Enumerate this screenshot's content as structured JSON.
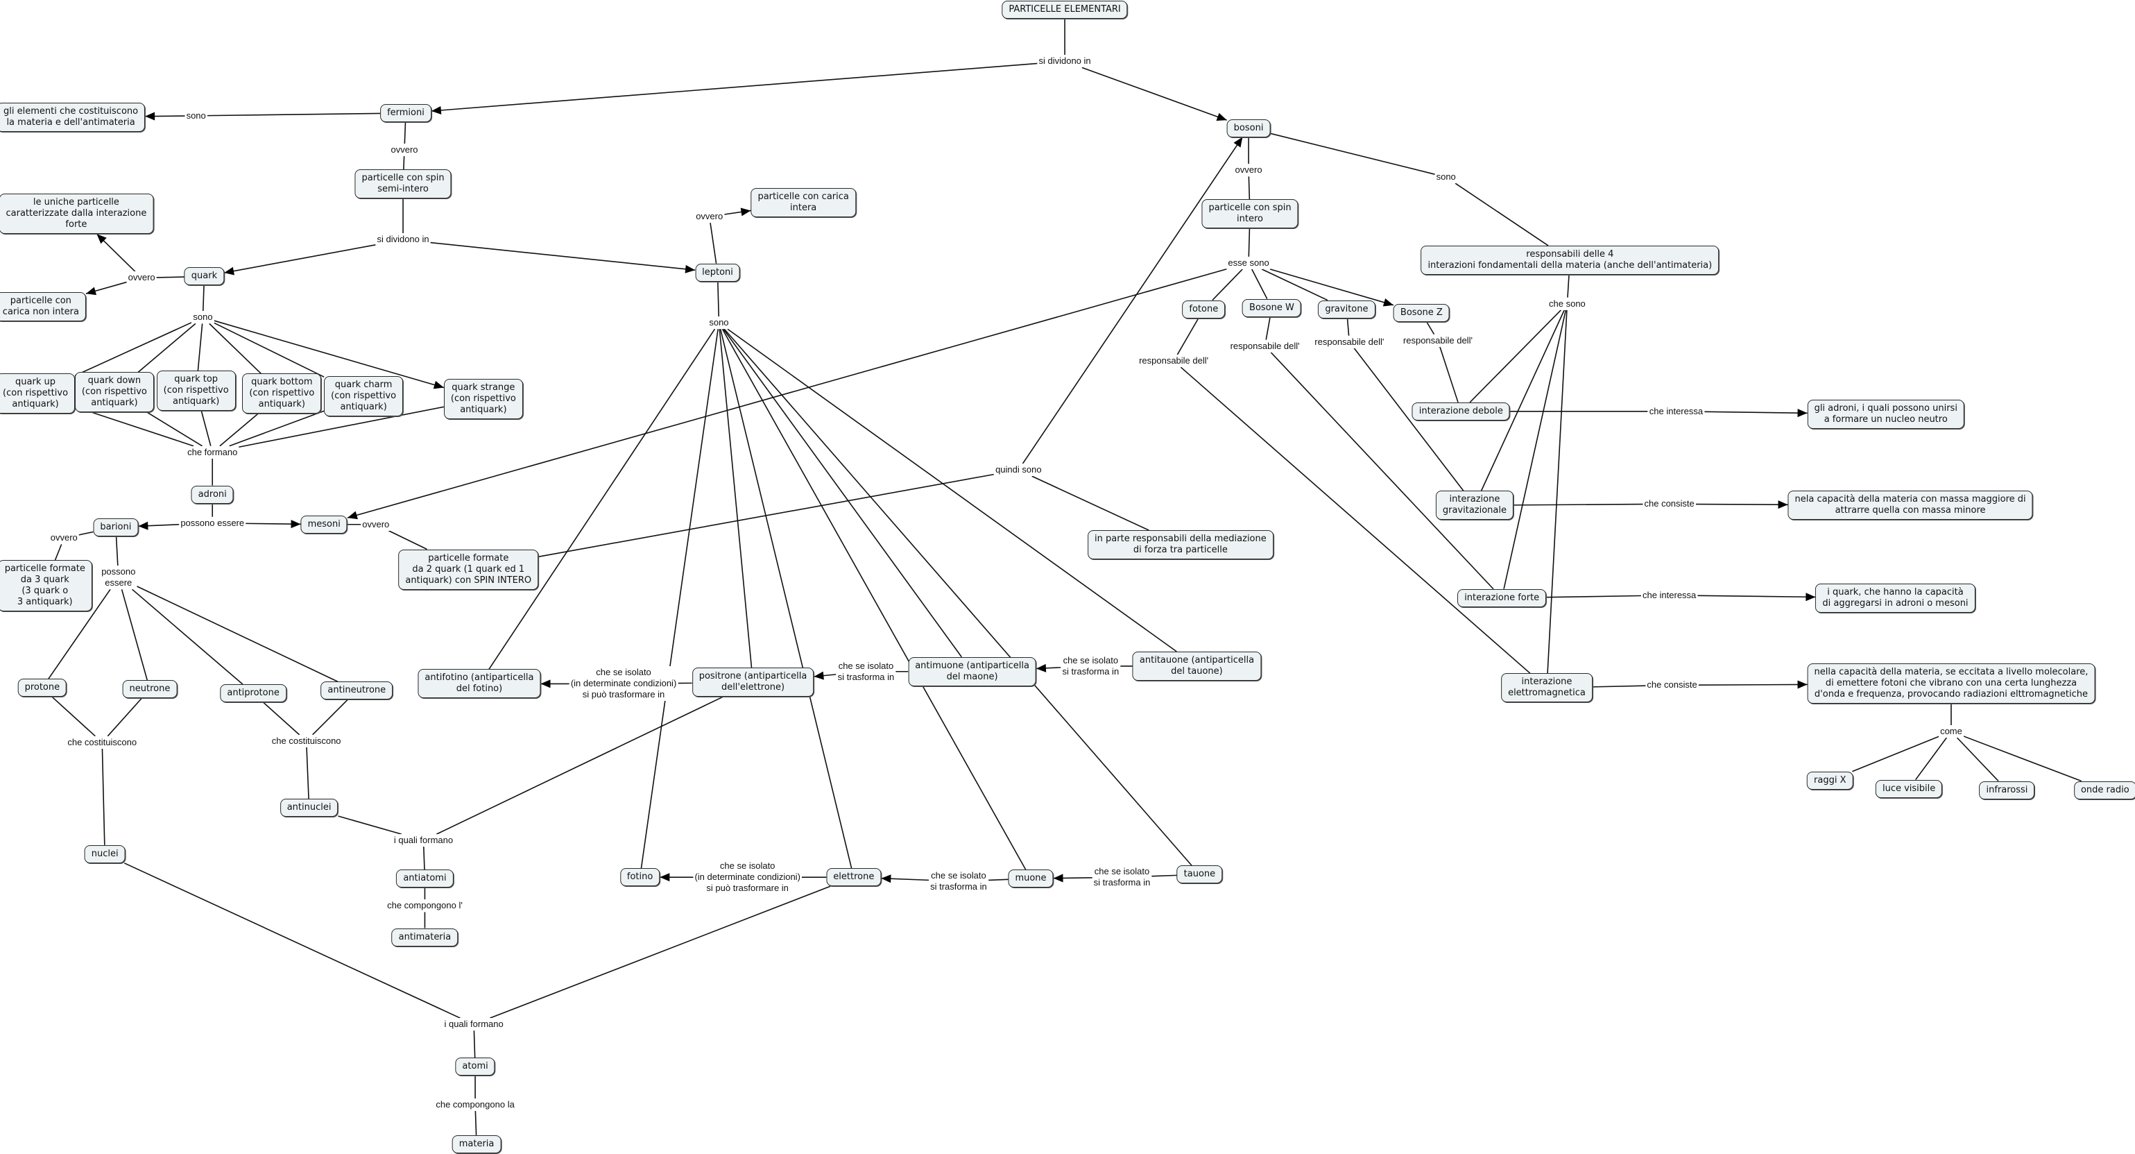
{
  "title": "PARTICELLE ELEMENTARI",
  "concepts": {
    "root": "PARTICELLE ELEMENTARI",
    "fermioni": "fermioni",
    "gli": "gli elementi che costituiscono\nla materia e dell'antimateria",
    "spinsemi": "particelle con spin\nsemi-intero",
    "uniche": "le uniche particelle\ncaratterizzate dalla interazione\nforte",
    "quark": "quark",
    "noninter": "particelle con\ncarica non intera",
    "qup": "quark up\n(con rispettivo\nantiquark)",
    "qdown": "quark down\n(con rispettivo\nantiquark)",
    "qtop": "quark top\n(con rispettivo\nantiquark)",
    "qbottom": "quark bottom\n(con rispettivo\nantiquark)",
    "qcharm": "quark charm\n(con rispettivo\nantiquark)",
    "qstrange": "quark strange\n(con rispettivo\nantiquark)",
    "adroni": "adroni",
    "barioni": "barioni",
    "mesoni": "mesoni",
    "formate3": "particelle formate\nda 3 quark\n(3 quark o\n3 antiquark)",
    "formate2": "particelle formate\nda 2 quark (1 quark ed 1\nantiquark) con SPIN INTERO",
    "protone": "protone",
    "neutrone": "neutrone",
    "antiprotone": "antiprotone",
    "antineutrone": "antineutrone",
    "antinuclei": "antinuclei",
    "nuclei": "nuclei",
    "antiatomi": "antiatomi",
    "antimateria": "antimateria",
    "atomi": "atomi",
    "materia": "materia",
    "leptoni": "leptoni",
    "caricaintera": "particelle con carica\nintera",
    "antifotino": "antifotino (antiparticella\ndel fotino)",
    "positrone": "positrone (antiparticella\ndell'elettrone)",
    "antimuone": "antimuone (antiparticella\ndel maone)",
    "antitauone": "antitauone (antiparticella\ndel tauone)",
    "fotino": "fotino",
    "elettrone": "elettrone",
    "muone": "muone",
    "tauone": "tauone",
    "bosoni": "bosoni",
    "spinintero": "particelle con spin\nintero",
    "fotone": "fotone",
    "bosonew": "Bosone W",
    "gravitone": "gravitone",
    "bosonez": "Bosone Z",
    "responsabili4": "responsabili delle 4\ninterazioni fondamentali della materia (anche dell'antimateria)",
    "debole": "interazione debole",
    "gravit": "interazione\ngravitazionale",
    "forte": "interazione forte",
    "elettro": "interazione\nelettromagnetica",
    "adroniunirsi": "gli adroni, i quali possono unirsi\na formare un nucleo neutro",
    "capacita": "nela capacità della materia con massa maggiore di\nattrarre quella con massa minore",
    "quarkcap": "i quark, che hanno la capacità\ndi aggregarsi in adroni o mesoni",
    "elettrocap": "nella capacità della materia, se eccitata a livello molecolare,\ndi emettere fotoni che vibrano con una certa lunghezza\nd'onda e frequenza, provocando radiazioni elttromagnetiche",
    "raggix": "raggi X",
    "luce": "luce visibile",
    "infrarossi": "infrarossi",
    "onde": "onde radio",
    "parte": "in parte responsabili della mediazione\ndi forza tra particelle"
  },
  "phrases": {
    "l1": "si dividono in",
    "l2": "sono",
    "l3": "ovvero",
    "l4": "si dividono in",
    "l5": "ovvero",
    "l6": "sono",
    "l7": "che formano",
    "l8": "possono essere",
    "l9": "ovvero",
    "l10": "ovvero",
    "l11": "possono\nessere",
    "l12": "che costituiscono",
    "l13": "che costituiscono",
    "l14": "i quali formano",
    "l15": "che compongono l'",
    "l16": "i quali formano",
    "l17": "che compongono la",
    "l18": "ovvero",
    "l19": "sono",
    "l20": "che se isolato\n(in determinate condizioni)\nsi può trasformare in",
    "l21": "che se isolato\nsi trasforma in",
    "l22": "che se isolato\nsi trasforma in",
    "l23": "che se isolato\n(in determinate condizioni)\nsi può trasformare in",
    "l24": "che se isolato\nsi trasforma in",
    "l25": "che se isolato\nsi trasforma in",
    "l26": "quindi sono",
    "l27": "ovvero",
    "l28": "sono",
    "l29": "esse sono",
    "l30": "responsabile dell'",
    "l31": "responsabile dell'",
    "l32": "responsabile dell'",
    "l33": "responsabile dell'",
    "l34": "che sono",
    "l35": "che interessa",
    "l36": "che consiste",
    "l37": "che interessa",
    "l38": "che consiste",
    "l39": "come"
  },
  "colors": {
    "node_fill": "#edf2f4",
    "node_border": "#2a2a2a",
    "line": "#111111"
  }
}
